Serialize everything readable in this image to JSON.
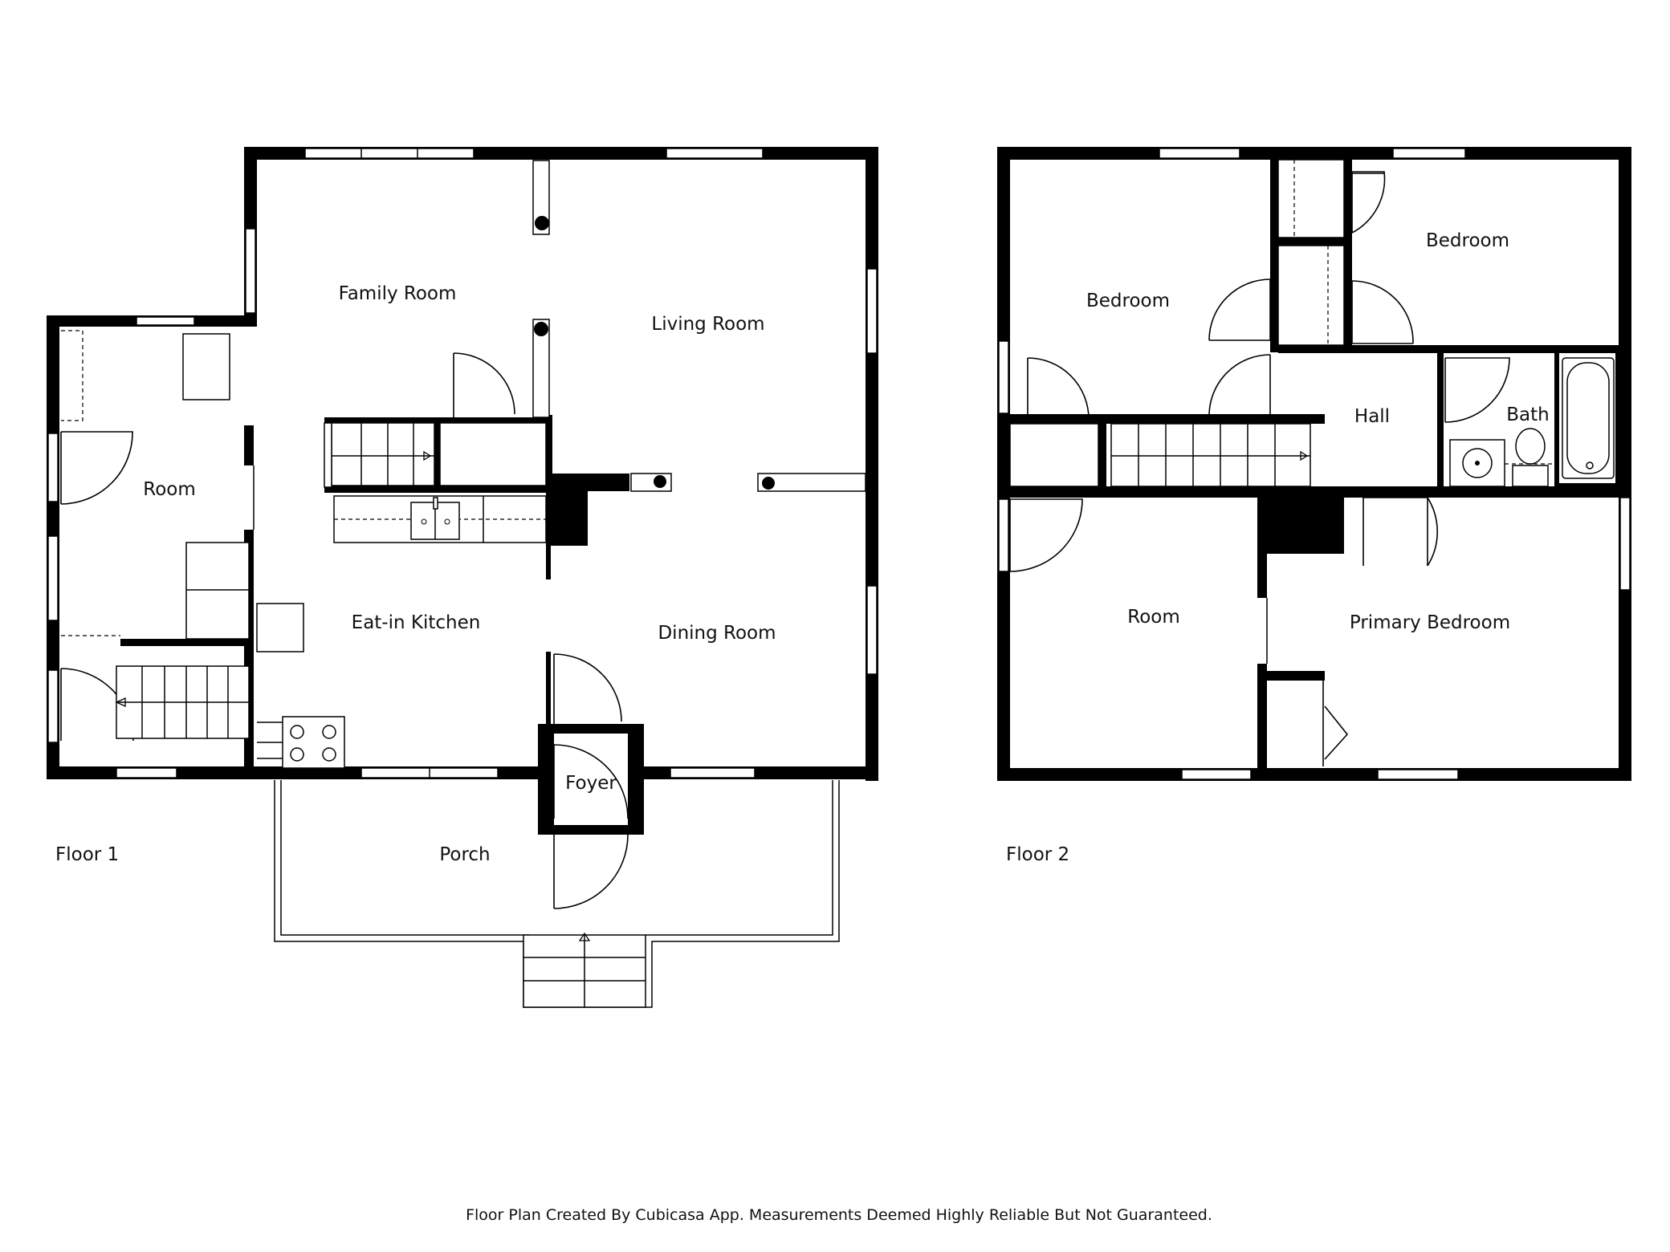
{
  "floors": [
    {
      "label": "Floor 1",
      "rooms": [
        "Family Room",
        "Living Room",
        "Room",
        "Eat-in Kitchen",
        "Dining Room",
        "Foyer",
        "Porch"
      ]
    },
    {
      "label": "Floor 2",
      "rooms": [
        "Bedroom",
        "Bedroom",
        "Hall",
        "Bath",
        "Room",
        "Primary Bedroom"
      ]
    }
  ],
  "footer": "Floor Plan Created By Cubicasa App. Measurements Deemed Highly Reliable But Not Guaranteed."
}
